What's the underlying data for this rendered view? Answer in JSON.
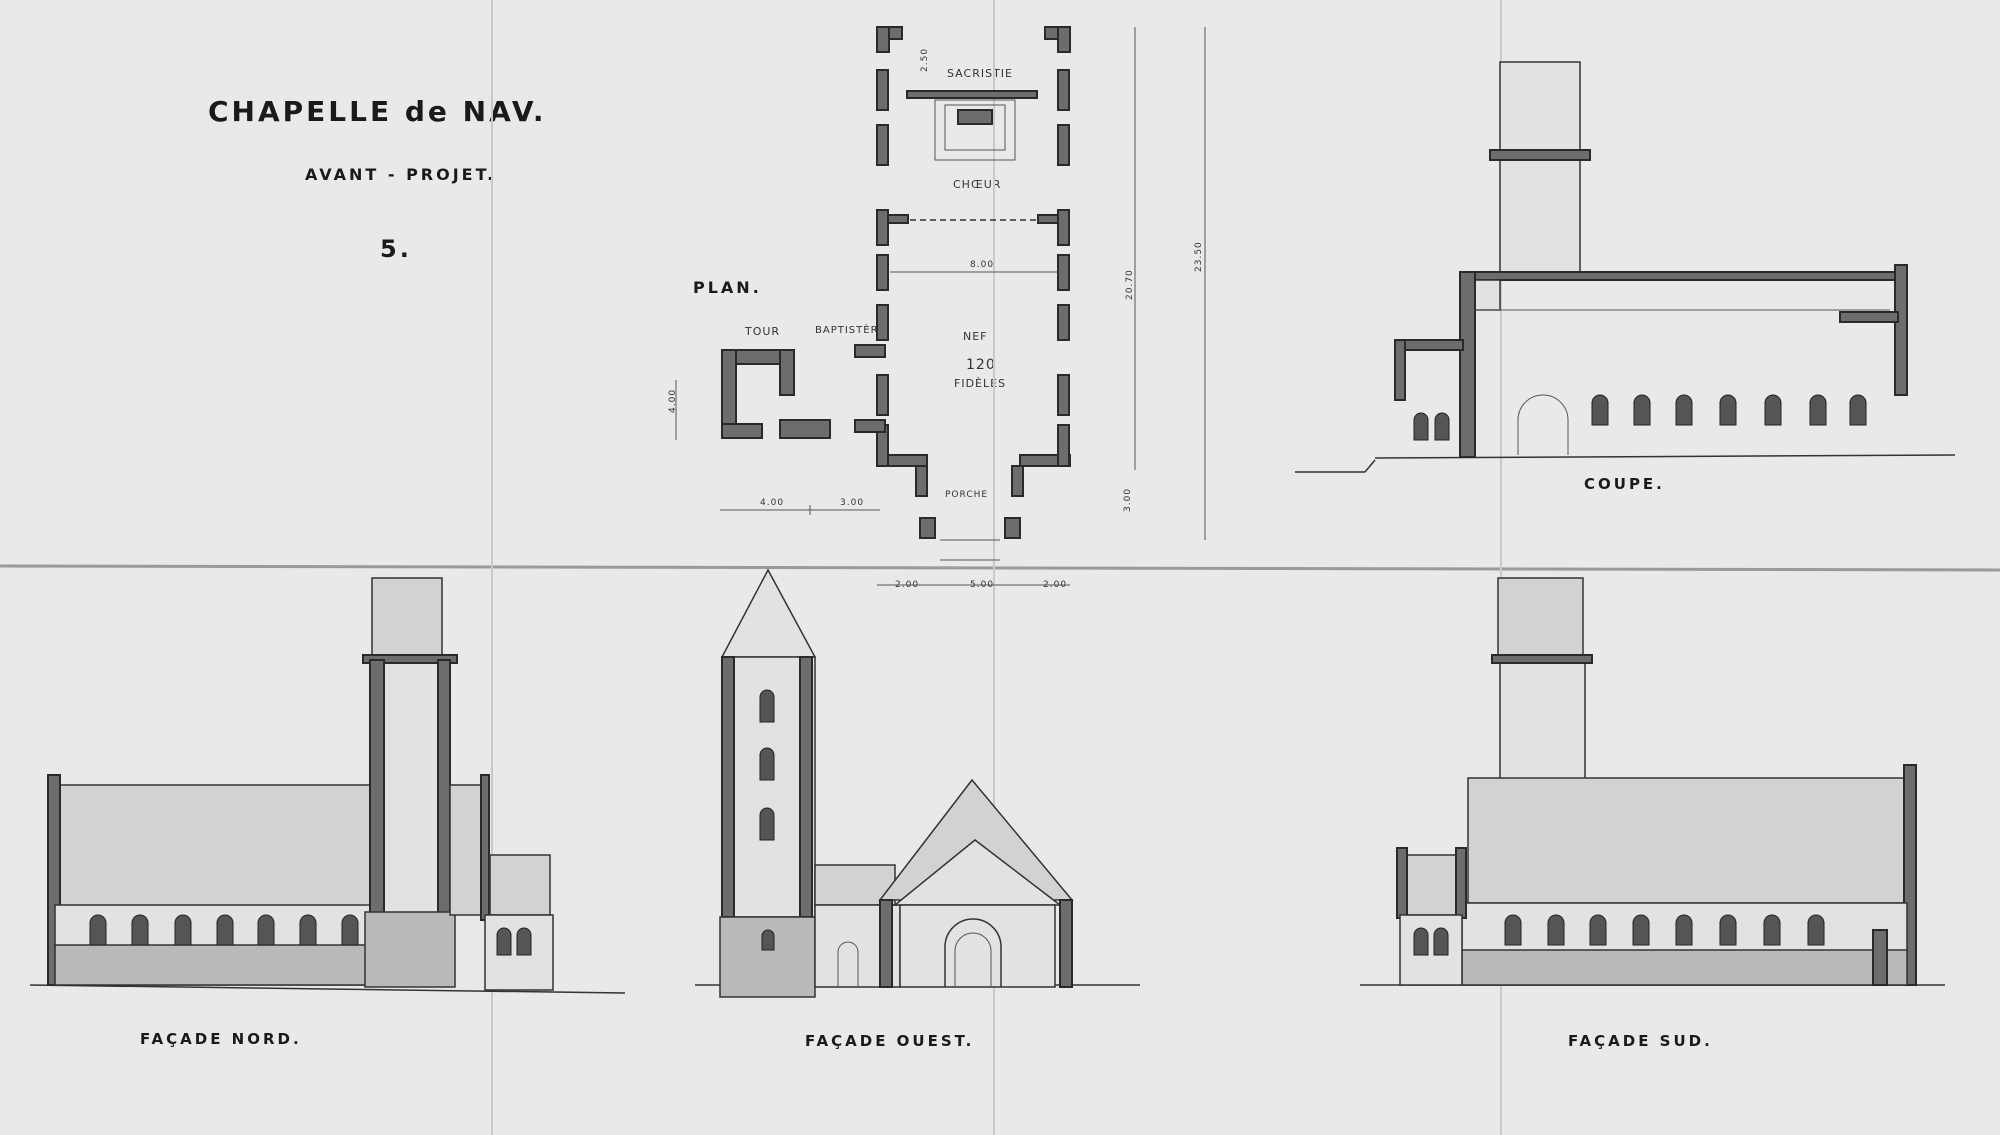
{
  "title": "CHAPELLE de NAV.",
  "subtitle": "AVANT - PROJET.",
  "sheet_number": "5.",
  "plan": {
    "label": "PLAN.",
    "rooms": {
      "sacristie": "SACRISTIE",
      "choeur": "CHŒUR",
      "nef": "NEF",
      "nef_capacity": "120",
      "nef_fideles": "FIDÈLES",
      "tour": "TOUR",
      "baptistere": "BAPTISTÈRE",
      "porche": "PORCHE"
    },
    "dimensions": {
      "nave_width": "8.00",
      "total_length": "23.50",
      "nave_length": "20.70",
      "porch_depth": "3.00",
      "tower_depth": "4.00",
      "tower_width": "4.00",
      "baptistery_width": "3.00",
      "porch_side_left": "2.00",
      "porch_width": "5.00",
      "porch_side_right": "2.00",
      "sacristy_depth": "2.50"
    }
  },
  "views": {
    "coupe": "COUPE.",
    "facade_nord": "FAÇADE NORD.",
    "facade_ouest": "FAÇADE OUEST.",
    "facade_sud": "FAÇADE SUD."
  },
  "colors": {
    "paper": "#e9e9e9",
    "ink": "#1a1a1a",
    "wall_fill": "#6d6d6d"
  }
}
